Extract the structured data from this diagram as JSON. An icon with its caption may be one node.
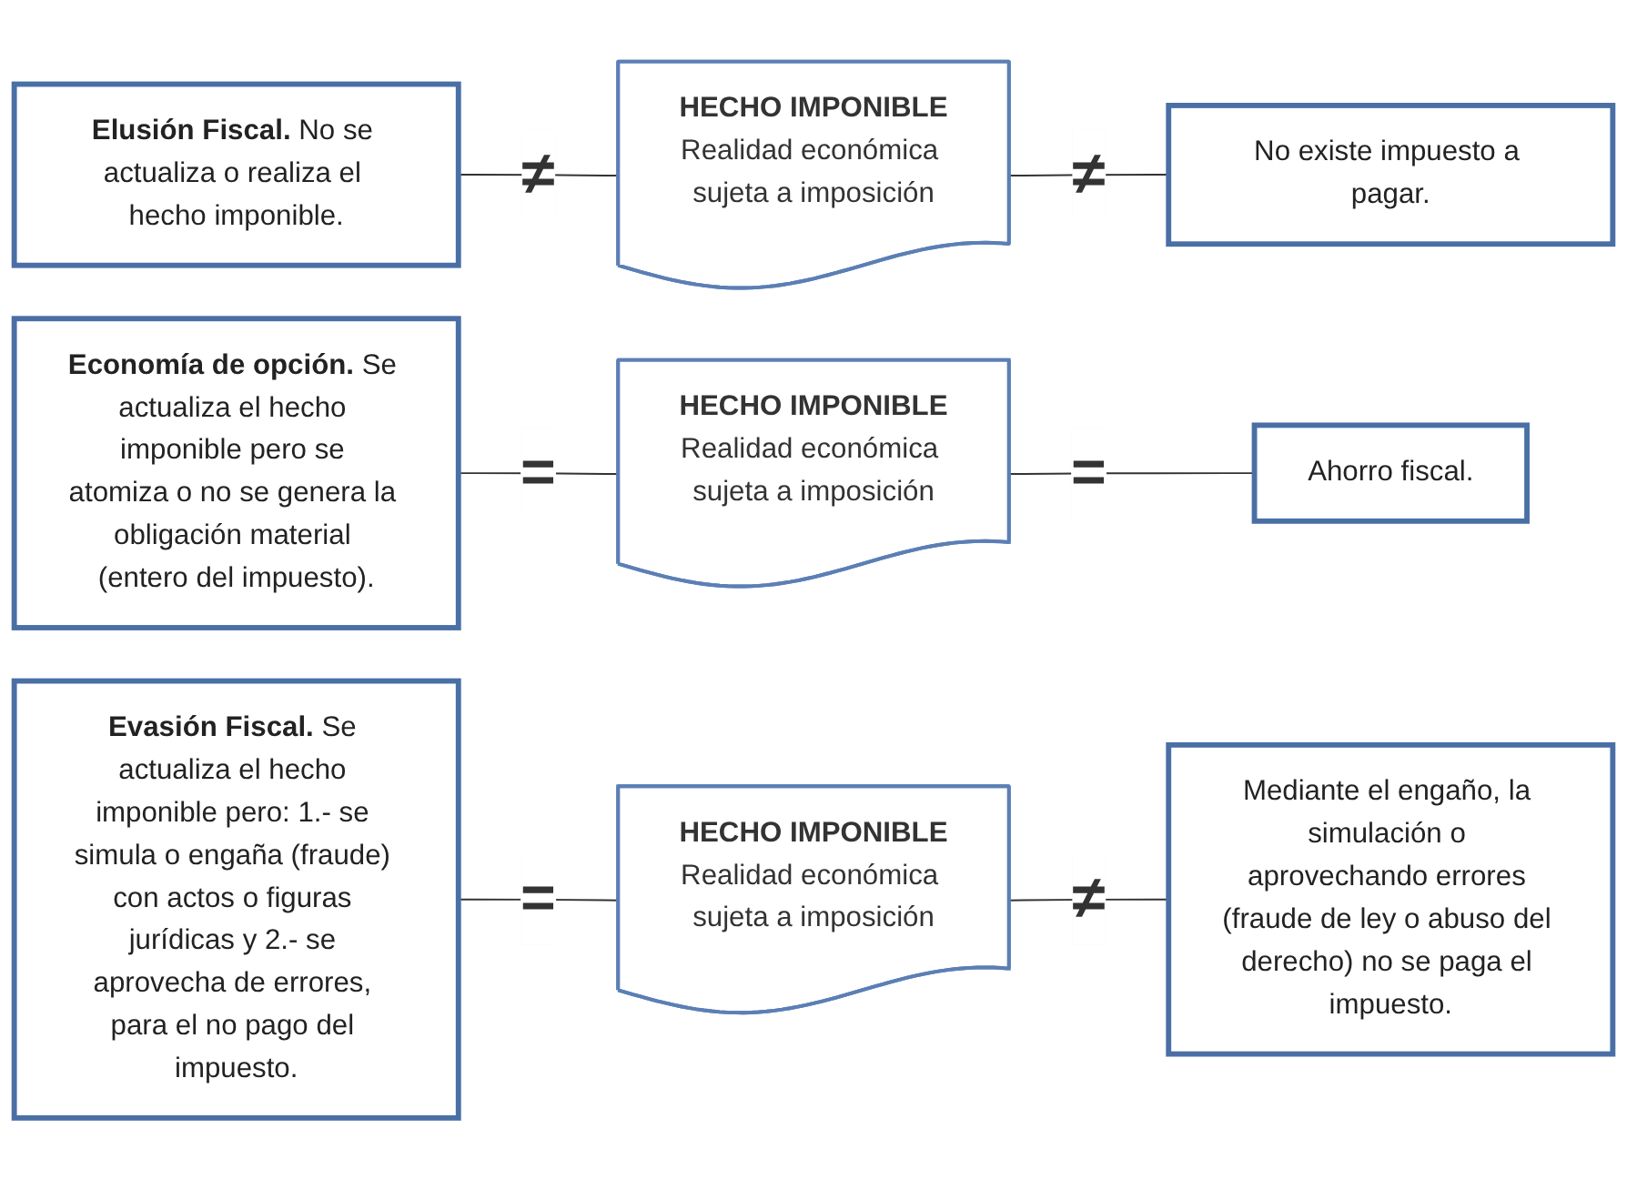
{
  "diagram": {
    "nodes": [
      {
        "text": [
          "**Elusión Fiscal.** No se actualiza o realiza el hecho imponible."
        ]
      },
      {
        "text": [
          "HECHO IMPONIBLE",
          "Realidad económica sujeta a imposición"
        ]
      },
      {
        "text": [
          "No existe impuesto a pagar."
        ]
      },
      {
        "text": [
          "**Economía de opción.** Se actualiza el hecho imponible pero se atomiza o no se genera la obligación material (entero del impuesto)."
        ]
      },
      {
        "text": [
          "HECHO IMPONIBLE",
          "Realidad económica sujeta a imposición"
        ]
      },
      {
        "text": [
          "Ahorro fiscal."
        ]
      },
      {
        "text": [
          "**Evasión Fiscal.** Se actualiza el hecho imponible pero: 1.- se simula o engaña (fraude) con actos o figuras jurídicas y 2.- se aprovecha de errores, para el no pago del impuesto."
        ]
      },
      {
        "text": [
          "HECHO IMPONIBLE",
          "Realidad económica sujeta a imposición"
        ]
      },
      {
        "text": [
          "Mediante el engaño, la simulación o aprovechando errores (fraude de ley o abuso del derecho) no se paga el impuesto."
        ]
      }
    ],
    "edges": [
      {
        "from": 0,
        "to": 1,
        "arrow": "none",
        "label": "≠"
      },
      {
        "from": 1,
        "to": 2,
        "arrow": "none",
        "label": "≠"
      },
      {
        "from": 3,
        "to": 4,
        "arrow": "none",
        "label": "="
      },
      {
        "from": 4,
        "to": 5,
        "arrow": "none",
        "label": "="
      },
      {
        "from": 6,
        "to": 7,
        "arrow": "none",
        "label": "="
      },
      {
        "from": 7,
        "to": 8,
        "arrow": "none",
        "label": "≠"
      }
    ]
  }
}
